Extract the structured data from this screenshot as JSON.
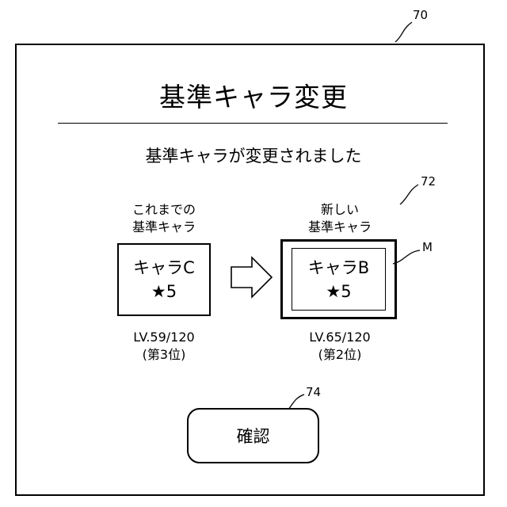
{
  "refs": {
    "screen": "70",
    "panel": "72",
    "highlight": "M",
    "button": "74"
  },
  "title": "基準キャラ変更",
  "message": "基準キャラが変更されました",
  "previous": {
    "caption_line1": "これまでの",
    "caption_line2": "基準キャラ",
    "name": "キャラC",
    "rarity": "★5",
    "level": "LV.59/120",
    "rank": "(第3位)"
  },
  "current": {
    "caption_line1": "新しい",
    "caption_line2": "基準キャラ",
    "name": "キャラB",
    "rarity": "★5",
    "level": "LV.65/120",
    "rank": "(第2位)"
  },
  "confirm_label": "確認"
}
